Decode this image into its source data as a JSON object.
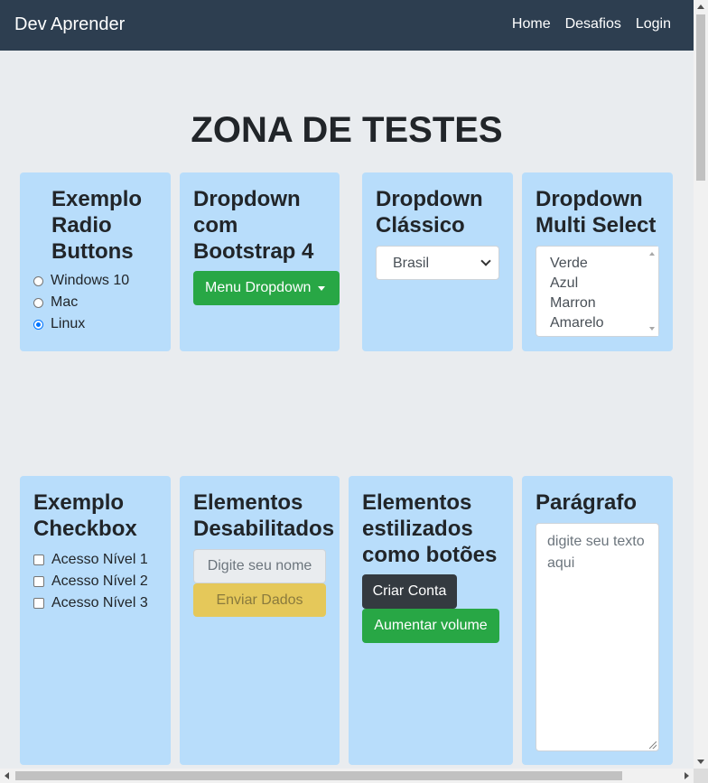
{
  "navbar": {
    "brand": "Dev Aprender",
    "links": [
      "Home",
      "Desafios",
      "Login"
    ]
  },
  "page": {
    "title": "ZONA DE TESTES"
  },
  "radio_card": {
    "title": "Exemplo Radio Buttons",
    "options": [
      "Windows 10",
      "Mac",
      "Linux"
    ],
    "selected": "Linux"
  },
  "bootstrap_dropdown_card": {
    "title": "Dropdown com Bootstrap 4",
    "button_label": "Menu Dropdown"
  },
  "classic_dropdown_card": {
    "title": "Dropdown Clássico",
    "selected_value": "Brasil"
  },
  "multiselect_card": {
    "title": "Dropdown Multi Select",
    "options": [
      "Verde",
      "Azul",
      "Marron",
      "Amarelo"
    ]
  },
  "checkbox_card": {
    "title": "Exemplo Checkbox",
    "options": [
      "Acesso Nível 1",
      "Acesso Nível 2",
      "Acesso Nível 3"
    ]
  },
  "disabled_card": {
    "title": "Elementos Desabilitados",
    "input_placeholder": "Digite seu nome",
    "button_label": "Enviar Dados"
  },
  "styled_buttons_card": {
    "title": "Elementos estilizados como botões",
    "create_account_label": "Criar Conta",
    "volume_label": "Aumentar volume"
  },
  "paragraph_card": {
    "title": "Parágrafo",
    "textarea_placeholder": "digite seu texto aqui"
  },
  "colors": {
    "navbar": "#2d3e50",
    "card": "#b8ddfb",
    "green": "#28a745",
    "dark": "#343a40",
    "yellow": "#e5c85a"
  }
}
